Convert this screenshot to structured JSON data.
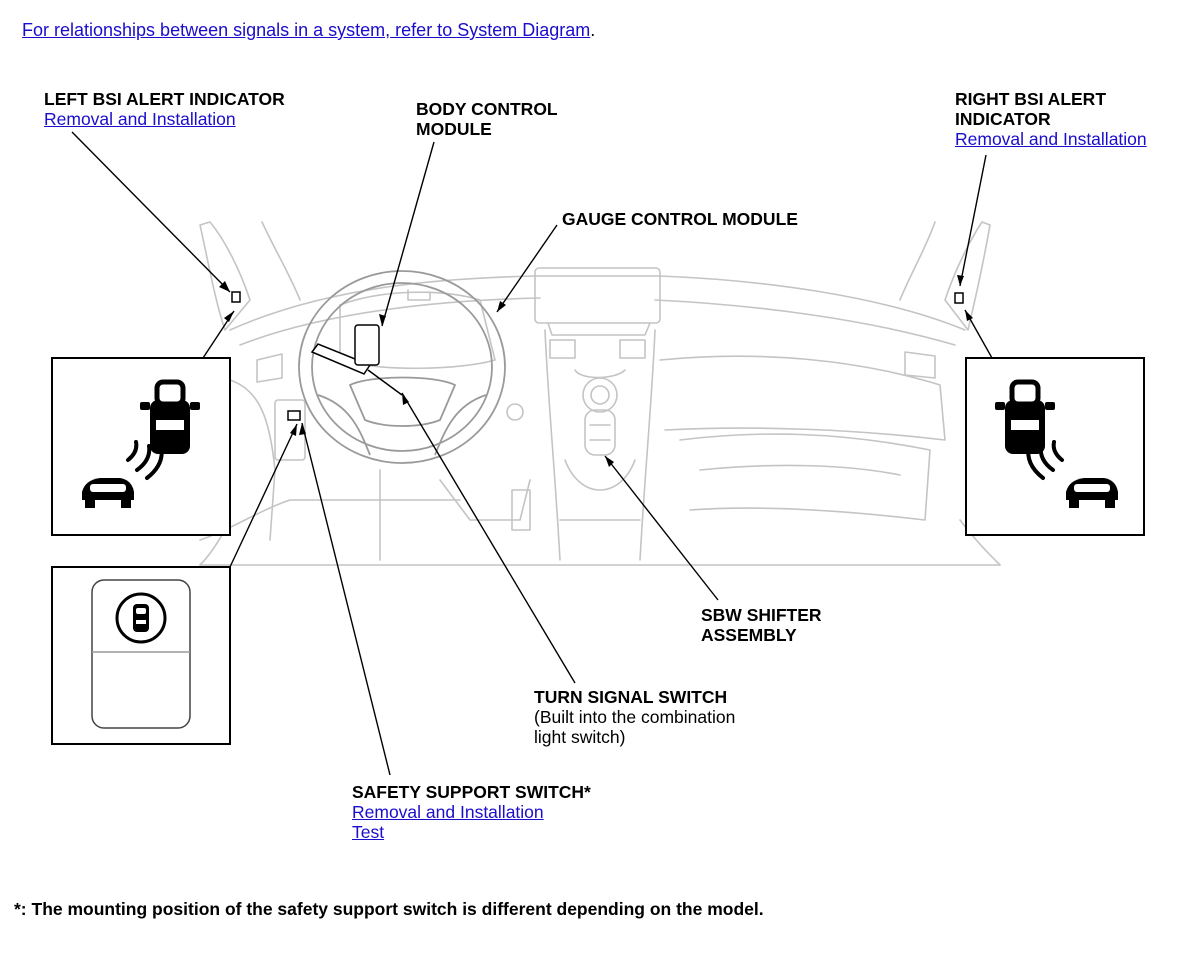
{
  "intro": {
    "link_text": "For relationships between signals in a system, refer to System Diagram",
    "trailing": "."
  },
  "labels": {
    "left_bsi": {
      "title": "LEFT BSI ALERT INDICATOR",
      "link": "Removal and Installation"
    },
    "body_control": {
      "title_line1": "BODY CONTROL",
      "title_line2": "MODULE"
    },
    "gauge_control": {
      "title": "GAUGE CONTROL MODULE"
    },
    "right_bsi": {
      "title_line1": "RIGHT BSI ALERT",
      "title_line2": "INDICATOR",
      "link": "Removal and Installation"
    },
    "sbw_shifter": {
      "title_line1": "SBW SHIFTER",
      "title_line2": "ASSEMBLY"
    },
    "turn_signal": {
      "title": "TURN SIGNAL SWITCH",
      "sub_line1": "(Built into the combination",
      "sub_line2": "light switch)"
    },
    "safety_support": {
      "title": "SAFETY SUPPORT SWITCH*",
      "link1": "Removal and Installation",
      "link2": "Test"
    }
  },
  "footnote": "*: The mounting position of the safety support switch is different depending on the model.",
  "colors": {
    "link": "#1a0dcc",
    "line_art": "#bdbdbd",
    "leader": "#000000"
  }
}
